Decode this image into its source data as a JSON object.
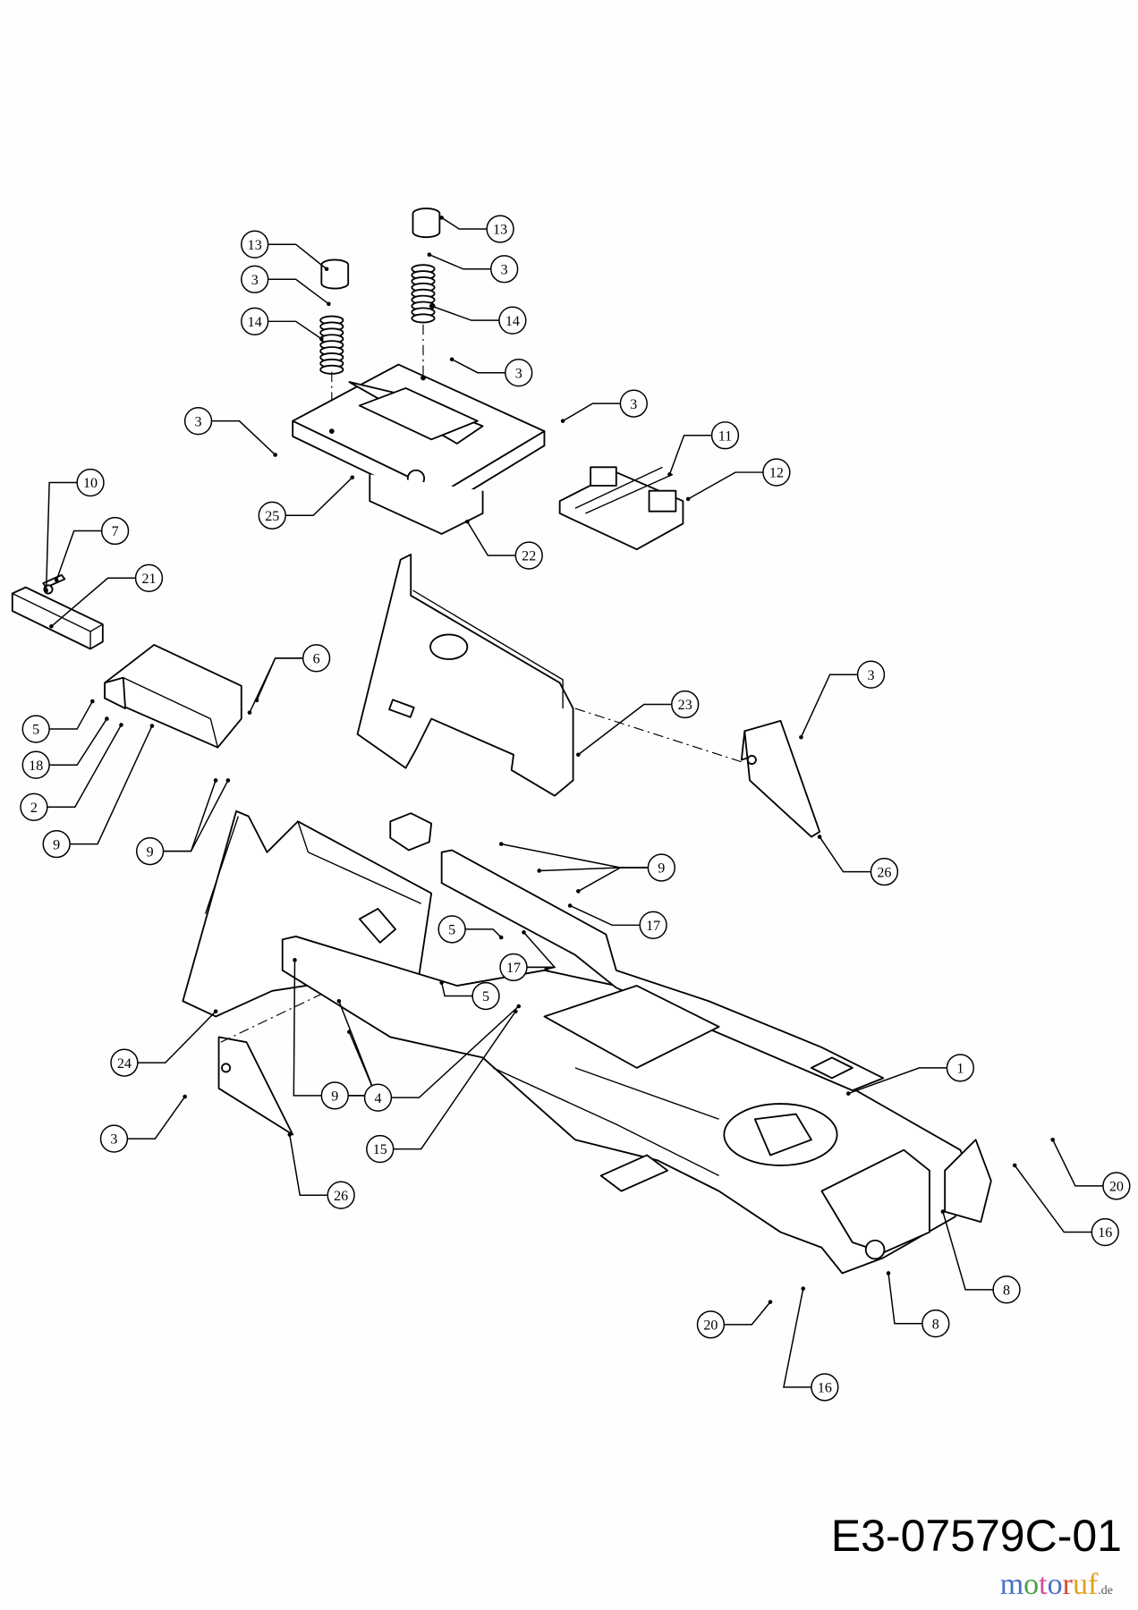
{
  "diagram": {
    "drawing_number": "E3-07579C-01",
    "watermark": "motoruf.de",
    "callouts": [
      "13",
      "13",
      "3",
      "3",
      "14",
      "14",
      "3",
      "3",
      "3",
      "11",
      "12",
      "25",
      "22",
      "10",
      "7",
      "21",
      "6",
      "5",
      "18",
      "2",
      "9",
      "9",
      "3",
      "23",
      "26",
      "9",
      "17",
      "5",
      "17",
      "5",
      "24",
      "9",
      "4",
      "15",
      "3",
      "26",
      "1",
      "20",
      "16",
      "8",
      "8",
      "20",
      "16"
    ]
  }
}
